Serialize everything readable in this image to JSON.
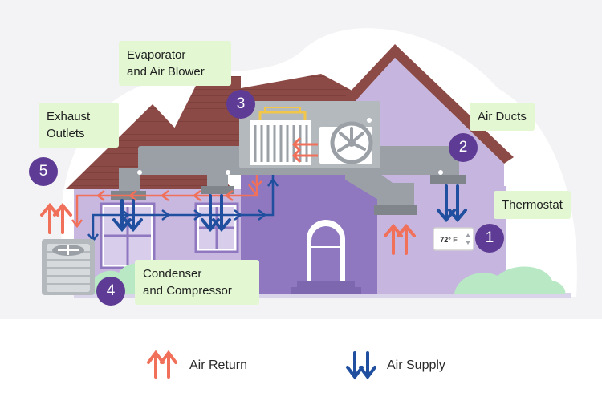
{
  "labels": {
    "evaporator": {
      "line1": "Evaporator",
      "line2": "and Air Blower"
    },
    "exhaust": {
      "line1": "Exhaust",
      "line2": "Outlets"
    },
    "air_ducts": "Air Ducts",
    "thermostat": "Thermostat",
    "condenser": {
      "line1": "Condenser",
      "line2": "and Compressor"
    }
  },
  "badges": {
    "b1": "1",
    "b2": "2",
    "b3": "3",
    "b4": "4",
    "b5": "5"
  },
  "thermostat_display": "72° F",
  "legend": {
    "air_return": "Air Return",
    "air_supply": "Air Supply"
  },
  "colors": {
    "air_return": "#f0705a",
    "air_supply": "#1f4f9e",
    "badge": "#5e3b94",
    "label_bg": "#e2f7d2",
    "house_wall": "#c2b1da",
    "house_front": "#8f78bf",
    "roof": "#8c4a46",
    "duct": "#9aa0a6"
  }
}
